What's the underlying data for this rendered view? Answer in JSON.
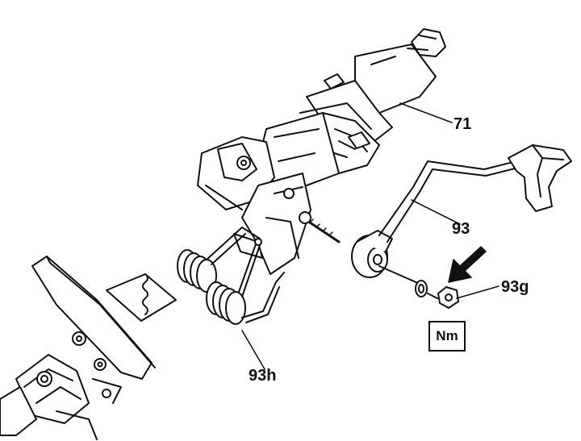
{
  "diagram": {
    "labels": {
      "column": "71",
      "lever": "93",
      "nut": "93g",
      "springs": "93h"
    },
    "torque_marker": "Nm",
    "colors": {
      "ink": "#111111",
      "paper": "#ffffff",
      "shade": "#d9d9d9"
    }
  }
}
